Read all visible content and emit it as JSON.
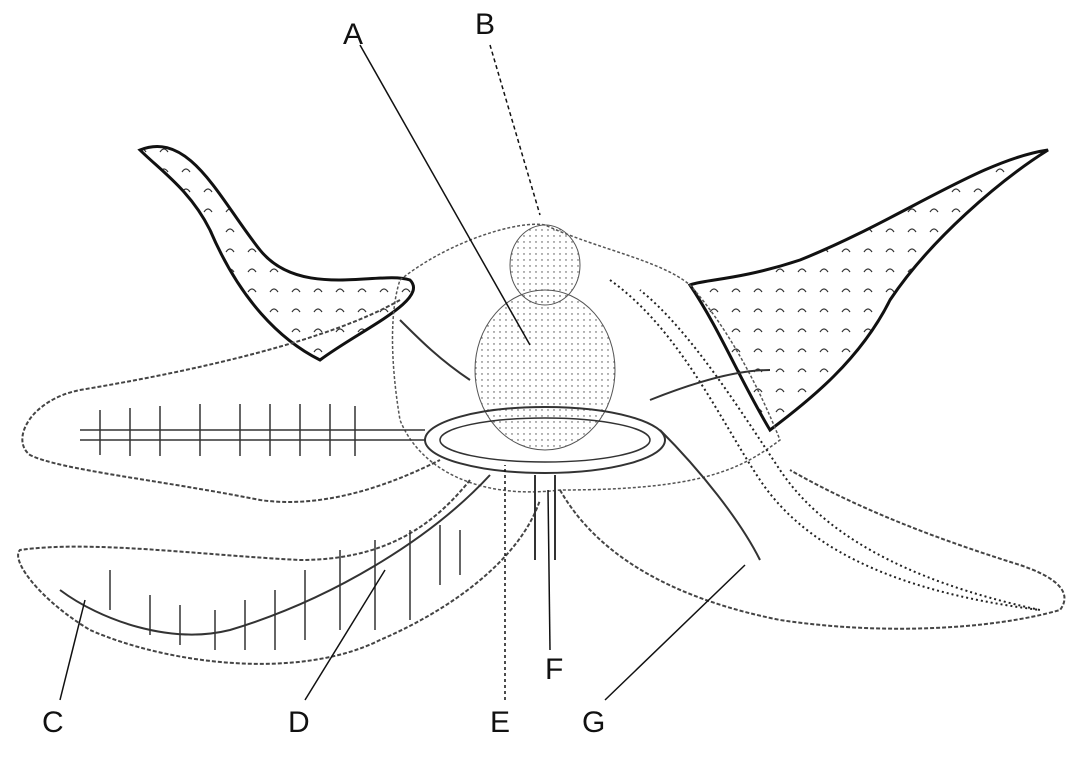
{
  "figure": {
    "labels": {
      "a": "A",
      "b": "B",
      "c": "C",
      "d": "D",
      "e": "E",
      "f": "F",
      "g": "G"
    }
  }
}
